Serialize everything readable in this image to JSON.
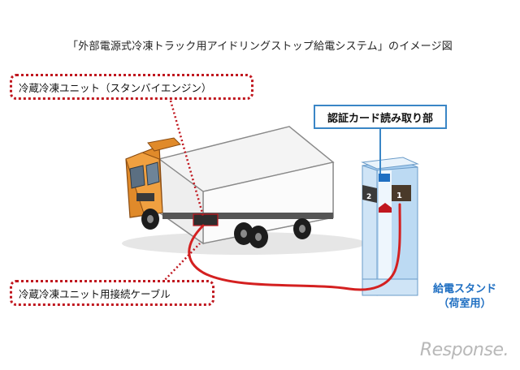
{
  "title": "「外部電源式冷凍トラック用アイドリングストップ給電システム」のイメージ図",
  "labels": {
    "refrigeration_unit": "冷蔵冷凍ユニット（スタンバイエンジン）",
    "connection_cable": "冷蔵冷凍ユニット用接続ケーブル",
    "auth_reader": "認証カード読み取り部",
    "station_line1": "給電スタンド",
    "station_line2": "（荷室用）"
  },
  "station_ports": {
    "left": "2",
    "right": "1"
  },
  "watermark": "Response.",
  "colors": {
    "callout_red": "#c0171f",
    "cable_red": "#d42020",
    "auth_border": "#3a86c6",
    "station_blue": "#1f6fc2",
    "truck_cab_orange": "#e08a2a"
  }
}
